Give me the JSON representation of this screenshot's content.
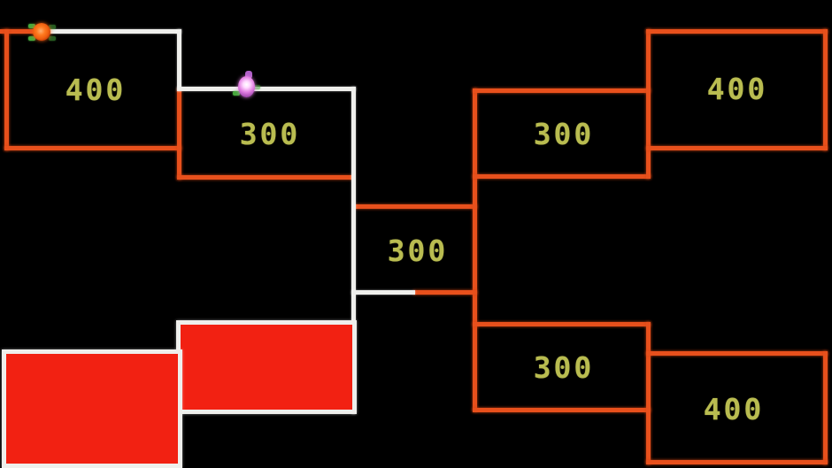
{
  "colors": {
    "bg": "#000000",
    "path-orange": "#e8501c",
    "path-white": "#efefec",
    "fill-red": "#f22112",
    "score-text": "#b9bc50",
    "player-orange": "#f06010",
    "enemy-pink": "#e27fe2",
    "limb-green": "#46a83c"
  },
  "boxes": {
    "top_left": {
      "label": "400"
    },
    "upper_middle": {
      "label": "300"
    },
    "center": {
      "label": "300"
    },
    "right_upper": {
      "label": "300"
    },
    "top_right": {
      "label": "400"
    },
    "right_lower": {
      "label": "300"
    },
    "bottom_right": {
      "label": "400"
    }
  },
  "sprites": {
    "player": {
      "icon": "orange-creature-icon"
    },
    "enemy": {
      "icon": "pink-creature-icon"
    }
  }
}
